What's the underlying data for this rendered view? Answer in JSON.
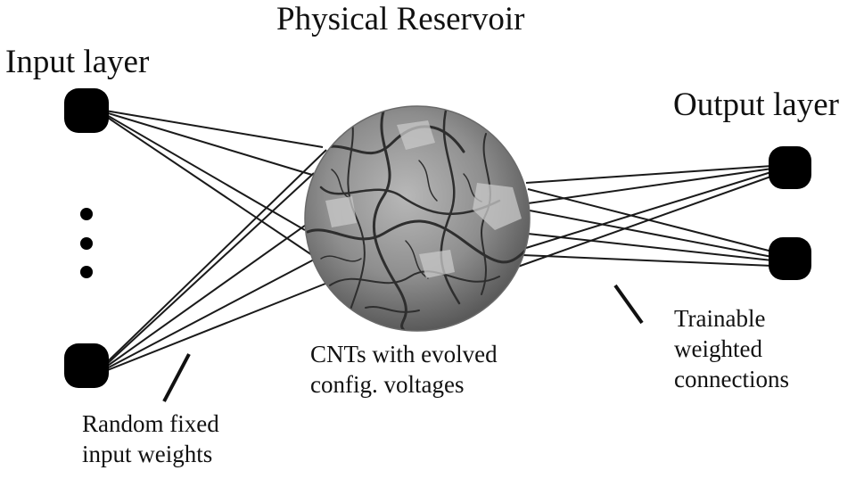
{
  "diagram": {
    "title": "Physical Reservoir",
    "input_layer_label": "Input layer",
    "output_layer_label": "Output layer",
    "reservoir_caption": [
      "CNTs with evolved",
      "config. voltages"
    ],
    "output_weights_caption": [
      "Trainable",
      "weighted",
      "connections"
    ],
    "input_weights_caption": [
      "Random fixed",
      "input weights"
    ]
  },
  "colors": {
    "node": "#000000",
    "edge": "#1a1a1a",
    "reservoir_base": "#8a8a8a",
    "reservoir_dark": "#2e2e2e",
    "reservoir_light": "#c9c9c9"
  }
}
